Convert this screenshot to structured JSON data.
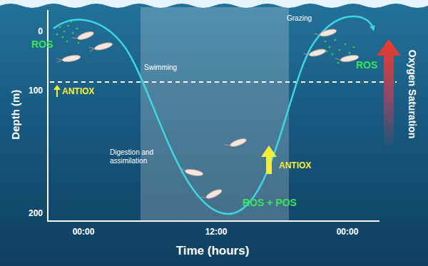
{
  "diagram": {
    "labels": [
      "0",
      "100",
      "200",
      "Depth (m)",
      "00:00",
      "12:00",
      "00:00",
      "Time (hours)",
      "ROS",
      "Swimming",
      "ANTIOX",
      "Grazing",
      "ROS",
      "Digestion and assimilation",
      "ANTIOX",
      "ROS + POS",
      "Oxygen Saturation"
    ]
  }
}
